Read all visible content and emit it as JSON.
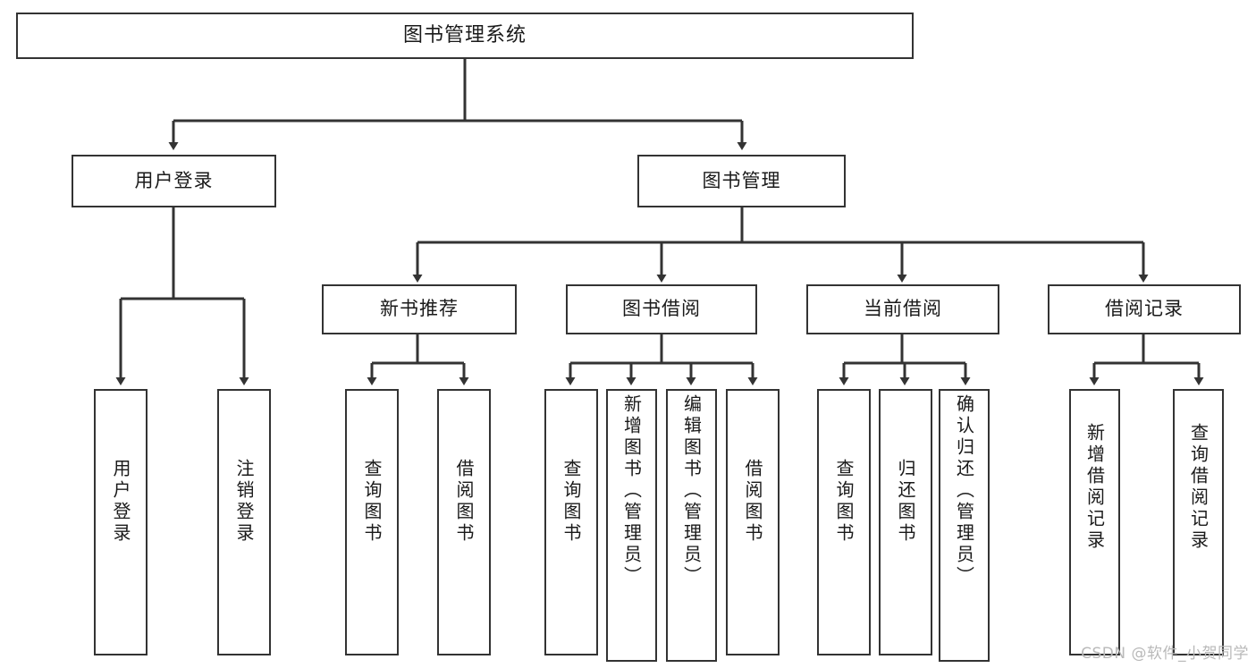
{
  "diagram": {
    "title": "图书管理系统",
    "type": "hierarchy-tree",
    "watermark": "CSDN @软件_小贺同学",
    "colors": {
      "background": "#ffffff",
      "node_fill": "#ffffff",
      "node_border": "#333333",
      "edge": "#333333",
      "text": "#1a1a1a",
      "watermark": "#b9b9b9"
    },
    "nodes": {
      "root": {
        "label": "图书管理系统",
        "level": 1,
        "orientation": "horizontal"
      },
      "l2": [
        {
          "id": "user-login",
          "label": "用户登录",
          "level": 2,
          "orientation": "horizontal"
        },
        {
          "id": "book-manage",
          "label": "图书管理",
          "level": 2,
          "orientation": "horizontal"
        }
      ],
      "l3": [
        {
          "id": "new-book-recommend",
          "label": "新书推荐",
          "level": 3,
          "orientation": "horizontal"
        },
        {
          "id": "book-borrow",
          "label": "图书借阅",
          "level": 3,
          "orientation": "horizontal"
        },
        {
          "id": "current-borrow",
          "label": "当前借阅",
          "level": 3,
          "orientation": "horizontal"
        },
        {
          "id": "borrow-record",
          "label": "借阅记录",
          "level": 3,
          "orientation": "horizontal"
        }
      ],
      "leaves": {
        "user_login": [
          {
            "id": "leaf-user-login",
            "label": "用户登录"
          },
          {
            "id": "leaf-user-logout",
            "label": "注销登录"
          }
        ],
        "new_book_recommend": [
          {
            "id": "leaf-query-book-1",
            "label": "查询图书"
          },
          {
            "id": "leaf-borrow-book-1",
            "label": "借阅图书"
          }
        ],
        "book_borrow": [
          {
            "id": "leaf-query-book-2",
            "label": "查询图书"
          },
          {
            "id": "leaf-add-book",
            "label": "新增图书（管理员）"
          },
          {
            "id": "leaf-edit-book",
            "label": "编辑图书（管理员）"
          },
          {
            "id": "leaf-borrow-book-2",
            "label": "借阅图书"
          }
        ],
        "current_borrow": [
          {
            "id": "leaf-query-book-3",
            "label": "查询图书"
          },
          {
            "id": "leaf-return-book",
            "label": "归还图书"
          },
          {
            "id": "leaf-confirm-return",
            "label": "确认归还（管理员）"
          }
        ],
        "borrow_record": [
          {
            "id": "leaf-add-record",
            "label": "新增借阅记录"
          },
          {
            "id": "leaf-query-record",
            "label": "查询借阅记录"
          }
        ]
      }
    }
  }
}
